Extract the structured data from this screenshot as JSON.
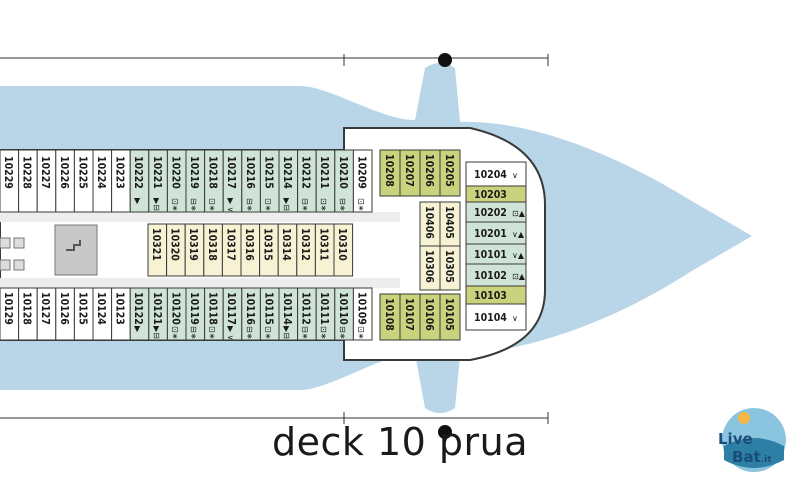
{
  "caption": "deck 10 prua",
  "logo": {
    "word1": "Live",
    "word2": "B",
    "word3": "at",
    "suffix": ".it"
  },
  "colors": {
    "water": "#b9d5e8",
    "cabin_teal": "#cfe4d7",
    "cabin_cream": "#f7f2d4",
    "cabin_olive": "#c9d27c",
    "frame": "#3a3a3a"
  },
  "cabins": {
    "top_outer": [
      "10229",
      "10228",
      "10227",
      "10226",
      "10225",
      "10224",
      "10223",
      "10222",
      "10221",
      "10220",
      "10219",
      "10218",
      "10217",
      "10216",
      "10215",
      "10214",
      "10212",
      "10211",
      "10210",
      "10209"
    ],
    "top_outer_syms": [
      "",
      "",
      "",
      "",
      "",
      "",
      "",
      "▶",
      "▶⊟",
      "⊡∗",
      "⊟∗",
      "⊡∗",
      "▶ ∨",
      "⊟∗",
      "⊡∗",
      "▶⊟",
      "⊟∗",
      "⊡∗",
      "⊟∗",
      "⊡∗"
    ],
    "top_inner": [
      "10321",
      "10320",
      "10319",
      "10318",
      "10317",
      "10316",
      "10315",
      "10314",
      "10312",
      "10311",
      "10310"
    ],
    "bottom_outer": [
      "10129",
      "10128",
      "10127",
      "10126",
      "10125",
      "10124",
      "10123",
      "10122",
      "10121",
      "10120",
      "10119",
      "10118",
      "10117",
      "10116",
      "10115",
      "10114",
      "10112",
      "10111",
      "10110",
      "10109"
    ],
    "bottom_outer_syms": [
      "",
      "",
      "",
      "",
      "",
      "",
      "",
      "▶",
      "▶⊟",
      "⊡∗",
      "⊟∗",
      "⊡∗",
      "▶ ∨",
      "⊟∗",
      "⊡∗",
      "▶⊟",
      "⊟∗",
      "⊡∗",
      "⊟∗",
      "⊡∗"
    ],
    "fwd_top": [
      "10208",
      "10207",
      "10206",
      "10205"
    ],
    "fwd_bottom": [
      "10108",
      "10107",
      "10106",
      "10105"
    ],
    "fwd_mid_top": [
      "10406",
      "10405"
    ],
    "fwd_mid_bottom": [
      "10306",
      "10305"
    ],
    "bow": [
      {
        "num": "10204",
        "sym": "∨"
      },
      {
        "num": "10203",
        "sym": ""
      },
      {
        "num": "10202",
        "sym": "⊡▲"
      },
      {
        "num": "10201",
        "sym": "∨▲"
      },
      {
        "num": "10101",
        "sym": "∨▲"
      },
      {
        "num": "10102",
        "sym": "⊡▲"
      },
      {
        "num": "10103",
        "sym": ""
      },
      {
        "num": "10104",
        "sym": "∨"
      }
    ]
  }
}
